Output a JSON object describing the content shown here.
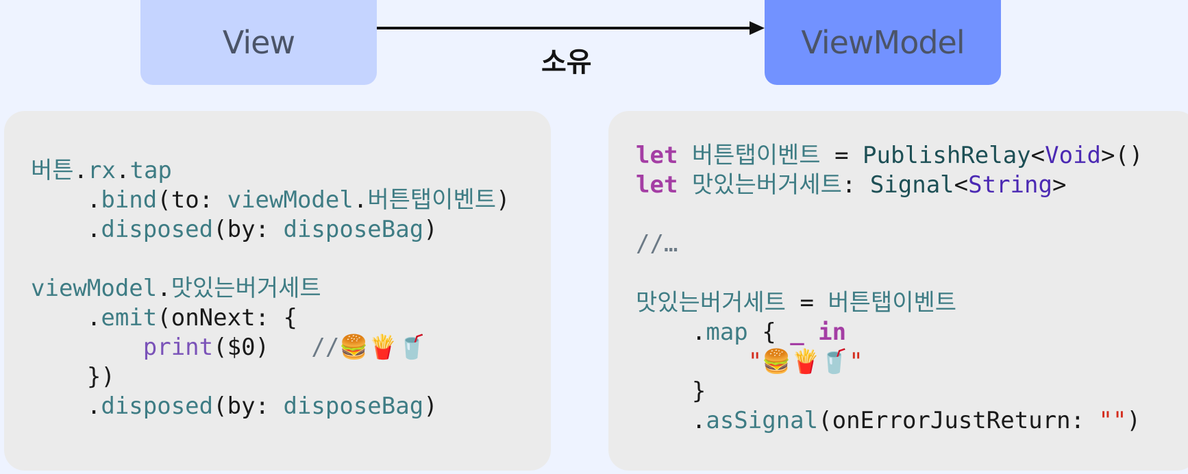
{
  "diagram": {
    "view_label": "View",
    "viewmodel_label": "ViewModel",
    "arrow_label": "소유"
  },
  "colors": {
    "background": "#eef3ff",
    "view_box": "#c5d4ff",
    "viewmodel_box": "#7292ff",
    "code_panel": "#ebebeb",
    "keyword": "#a43ea4",
    "property": "#3e7c84",
    "type": "#1d4f55",
    "builtin_type": "#4b29b3",
    "string": "#d42d1e",
    "comment": "#6c7a86"
  },
  "left_code": [
    [
      [
        "p",
        "버튼"
      ],
      [
        "n",
        "."
      ],
      [
        "p",
        "rx"
      ],
      [
        "n",
        "."
      ],
      [
        "p",
        "tap"
      ]
    ],
    [
      [
        "n",
        "    ."
      ],
      [
        "p",
        "bind"
      ],
      [
        "n",
        "(to: "
      ],
      [
        "p",
        "viewModel"
      ],
      [
        "n",
        "."
      ],
      [
        "p",
        "버튼탭이벤트"
      ],
      [
        "n",
        ")"
      ]
    ],
    [
      [
        "n",
        "    ."
      ],
      [
        "p",
        "disposed"
      ],
      [
        "n",
        "(by: "
      ],
      [
        "p",
        "disposeBag"
      ],
      [
        "n",
        ")"
      ]
    ],
    [],
    [
      [
        "p",
        "viewModel"
      ],
      [
        "n",
        "."
      ],
      [
        "p",
        "맛있는버거세트"
      ]
    ],
    [
      [
        "n",
        "    ."
      ],
      [
        "p",
        "emit"
      ],
      [
        "n",
        "(onNext: {"
      ]
    ],
    [
      [
        "n",
        "        "
      ],
      [
        "f",
        "print"
      ],
      [
        "n",
        "($0)   "
      ],
      [
        "c",
        "//🍔🍟🥤"
      ]
    ],
    [
      [
        "n",
        "    })"
      ]
    ],
    [
      [
        "n",
        "    ."
      ],
      [
        "p",
        "disposed"
      ],
      [
        "n",
        "(by: "
      ],
      [
        "p",
        "disposeBag"
      ],
      [
        "n",
        ")"
      ]
    ]
  ],
  "right_code": [
    [
      [
        "k",
        "let"
      ],
      [
        "n",
        " "
      ],
      [
        "p",
        "버튼탭이벤트"
      ],
      [
        "n",
        " = "
      ],
      [
        "t",
        "PublishRelay"
      ],
      [
        "n",
        "<"
      ],
      [
        "y",
        "Void"
      ],
      [
        "n",
        ">()"
      ]
    ],
    [
      [
        "k",
        "let"
      ],
      [
        "n",
        " "
      ],
      [
        "p",
        "맛있는버거세트"
      ],
      [
        "n",
        ": "
      ],
      [
        "t",
        "Signal"
      ],
      [
        "n",
        "<"
      ],
      [
        "y",
        "String"
      ],
      [
        "n",
        ">"
      ]
    ],
    [],
    [
      [
        "c",
        "//…"
      ]
    ],
    [],
    [
      [
        "p",
        "맛있는버거세트"
      ],
      [
        "n",
        " = "
      ],
      [
        "p",
        "버튼탭이벤트"
      ]
    ],
    [
      [
        "n",
        "    ."
      ],
      [
        "p",
        "map"
      ],
      [
        "n",
        " { "
      ],
      [
        "k",
        "_"
      ],
      [
        "n",
        " "
      ],
      [
        "k",
        "in"
      ]
    ],
    [
      [
        "n",
        "        "
      ],
      [
        "s",
        "\"🍔🍟🥤\""
      ]
    ],
    [
      [
        "n",
        "    }"
      ]
    ],
    [
      [
        "n",
        "    ."
      ],
      [
        "p",
        "asSignal"
      ],
      [
        "n",
        "(onErrorJustReturn: "
      ],
      [
        "s",
        "\"\""
      ],
      [
        "n",
        ")"
      ]
    ]
  ]
}
